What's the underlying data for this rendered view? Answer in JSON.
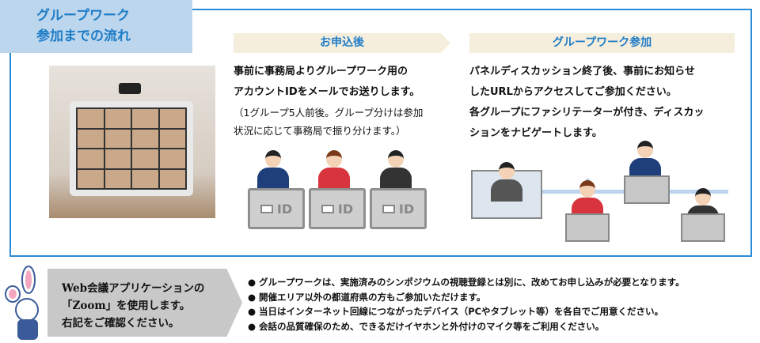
{
  "header": {
    "line1": "グループワーク",
    "line2": "参加までの流れ"
  },
  "step1": {
    "title": "お申込後",
    "main": [
      "事前に事務局よりグループワーク用の",
      "アカウントIDをメールでお送りします。"
    ],
    "note": [
      "（1グループ5人前後。グループ分けは参加",
      "状況に応じて事務局で振り分けます。）"
    ],
    "id_label": "ID"
  },
  "step2": {
    "title": "グループワーク参加",
    "main": [
      "パネルディスカッション終了後、事前にお知らせ",
      "したURLからアクセスしてご参加ください。",
      "各グループにファシリテーターが付き、ディスカッ",
      "ションをナビゲートします。"
    ]
  },
  "notice": {
    "lines": [
      "Web会議アプリケーションの",
      "「Zoom」を使用します。",
      "右記をご確認ください。"
    ]
  },
  "bullets": [
    "● グループワークは、実施済みのシンポジウムの視聴登録とは別に、改めてお申し込みが必要となります。",
    "● 開催エリア以外の都道府県の方もご参加いただけます。",
    "● 当日はインターネット回線につながったデバイス（PCやタブレット等）を各自でご用意ください。",
    "● 会話の品質確保のため、できるだけイヤホンと外付けのマイク等をご利用ください。"
  ],
  "colors": {
    "accent": "#1f7cc6",
    "frame": "#2a8ad4",
    "tag_bg": "#bcd6ee",
    "banner_bg": "#f5eedd"
  }
}
